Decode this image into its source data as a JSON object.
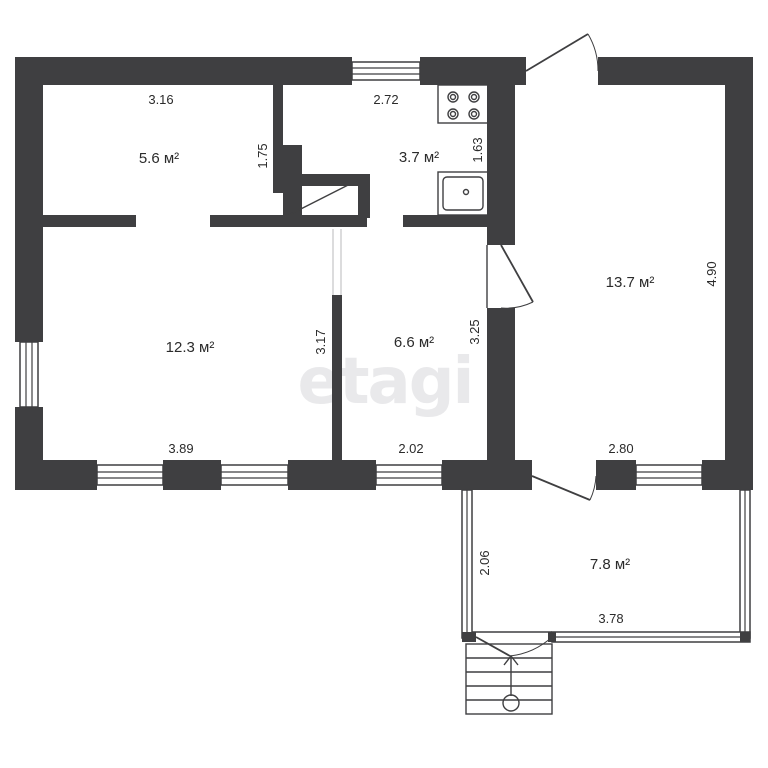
{
  "watermark": "etagi",
  "rooms": [
    {
      "name": "room-a",
      "area": "5.6 м²"
    },
    {
      "name": "kitchen",
      "area": "3.7 м²"
    },
    {
      "name": "room-c",
      "area": "13.7 м²"
    },
    {
      "name": "room-b",
      "area": "12.3 м²"
    },
    {
      "name": "room-d",
      "area": "6.6 м²"
    },
    {
      "name": "veranda",
      "area": "7.8 м²"
    }
  ],
  "dimensions": {
    "room_a_width": "3.16",
    "room_a_height": "1.75",
    "kitchen_width": "2.72",
    "kitchen_height": "1.63",
    "room_c_height": "4.90",
    "room_c_width": "2.80",
    "room_b_height": "3.17",
    "room_b_width": "3.89",
    "room_d_height": "3.25",
    "room_d_width": "2.02",
    "veranda_height": "2.06",
    "veranda_width": "3.78"
  }
}
